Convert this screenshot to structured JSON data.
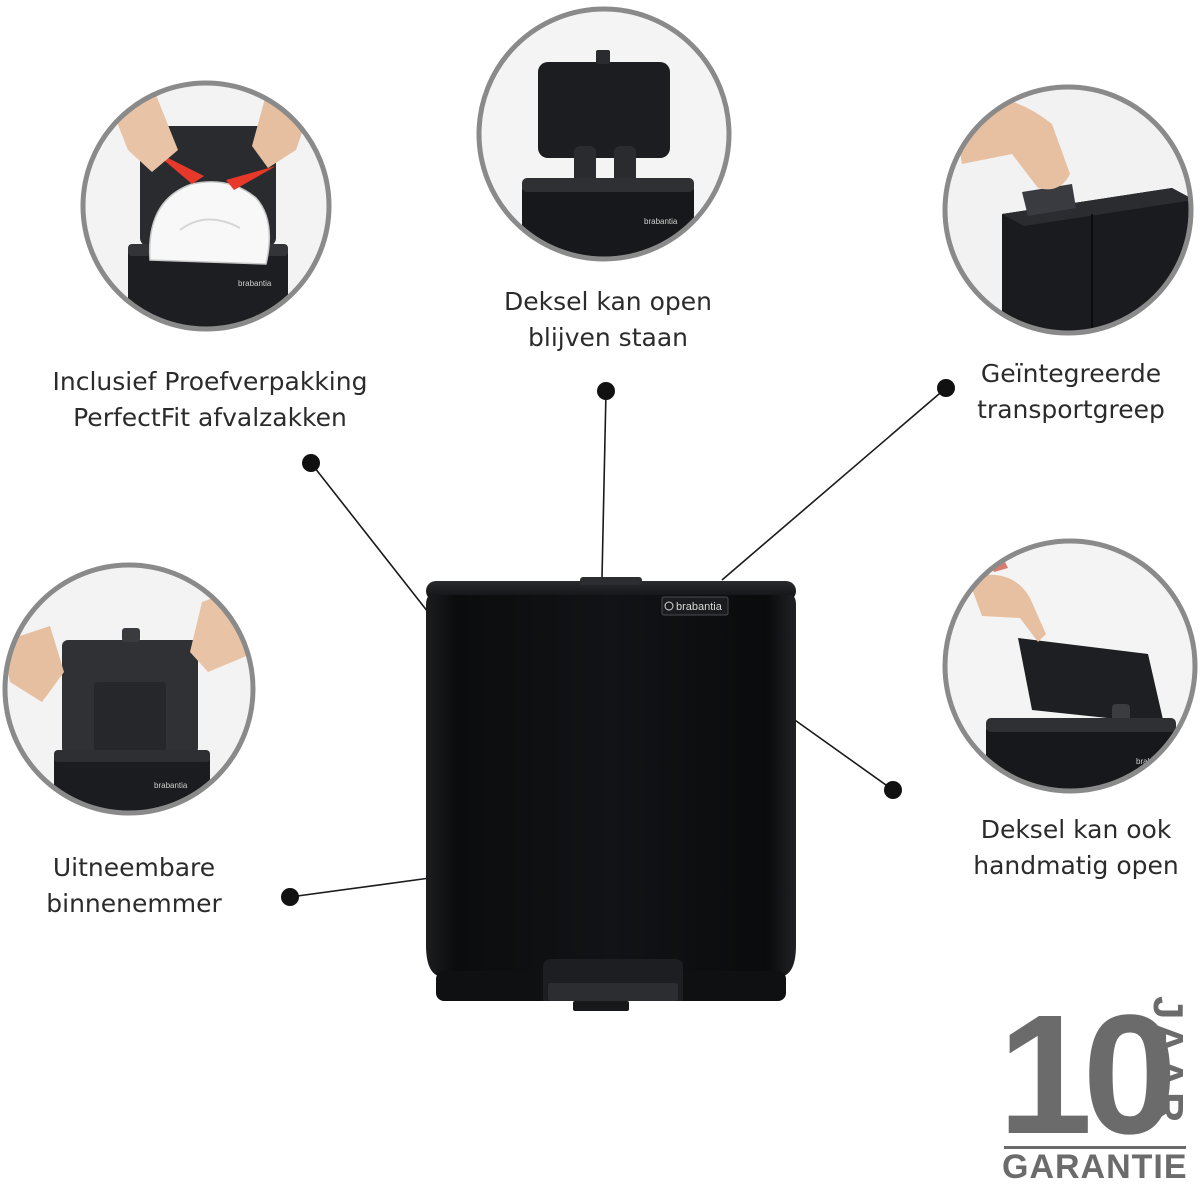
{
  "features": {
    "bags": {
      "line1": "Inclusief Proefverpakking",
      "line2": "PerfectFit afvalzakken"
    },
    "lid_stays_open": {
      "line1": "Deksel kan open",
      "line2": "blijven staan"
    },
    "handle": {
      "line1": "Geïntegreerde",
      "line2": "transportgreep"
    },
    "inner_bucket": {
      "line1": "Uitneembare",
      "line2": "binnenemmer"
    },
    "manual_open": {
      "line1": "Deksel kan ook",
      "line2": "handmatig open"
    }
  },
  "product": {
    "brand": "brabantia"
  },
  "guarantee": {
    "number": "10",
    "unit": "JAAR",
    "label": "GARANTIE"
  },
  "colors": {
    "bin": "#111214",
    "circle_border": "#8a8a8a",
    "text": "#2b2b2b",
    "guarantee": "#6b6b6b",
    "accent_bag_tie": "#e8382a"
  }
}
